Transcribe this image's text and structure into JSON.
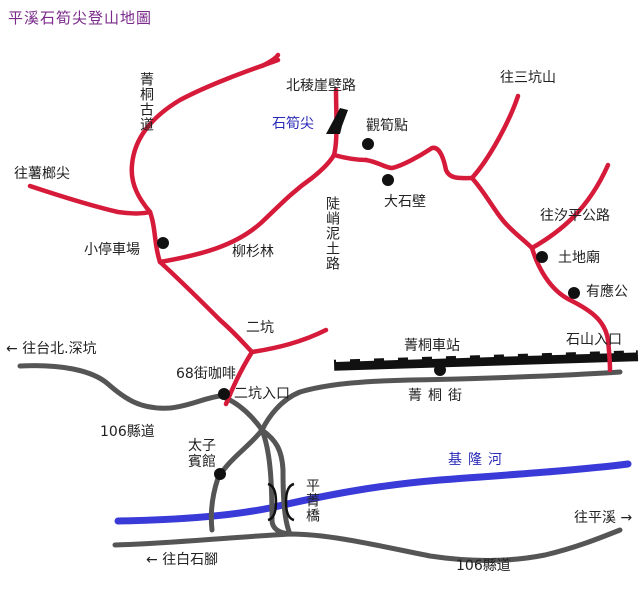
{
  "title": "平溪石筍尖登山地圖",
  "colors": {
    "trail": "#d61a3a",
    "road": "#555555",
    "river": "#3a3ad8",
    "poi": "#111111",
    "title": "#7a2a8a",
    "highlight": "#2a2ab8"
  },
  "labels": {
    "jingtong_gu_dao": "菁桐古道",
    "wang_shu_liao_jian": "往薯榔尖",
    "bei_leng_ya_bi_lu": "北稜崖壁路",
    "shi_sun_jian": "石筍尖",
    "guan_sun_dian": "觀筍點",
    "wang_san_keng_shan": "往三坑山",
    "da_shi_bi": "大石壁",
    "dou_qiao_ni_tu_lu": "陡峭泥土路",
    "wang_xi_ping_gong_lu": "往汐平公路",
    "xiao_ting_che_chang": "小停車場",
    "liu_shan_lin": "柳杉林",
    "tu_di_miao": "土地廟",
    "you_ying_gong": "有應公",
    "er_keng": "二坑",
    "shi_shan_ru_kou": "石山入口",
    "wang_taibei_shenkeng": "往台北.深坑",
    "jingtong_che_zhan": "菁桐車站",
    "cafe_68": "68街咖啡",
    "er_keng_ru_kou": "二坑入口",
    "jingtong_jie": "菁桐街",
    "county_road_106_a": "106縣道",
    "tai_zi_bin_guan": "太子賓館",
    "jilong_he": "基隆河",
    "ping_jing_qiao": "平菁橋",
    "wang_ping_xi": "往平溪",
    "wang_bai_shi_jiao": "往白石腳",
    "county_road_106_b": "106縣道"
  },
  "icons": {
    "arrow_left": "←",
    "arrow_right": "→"
  }
}
